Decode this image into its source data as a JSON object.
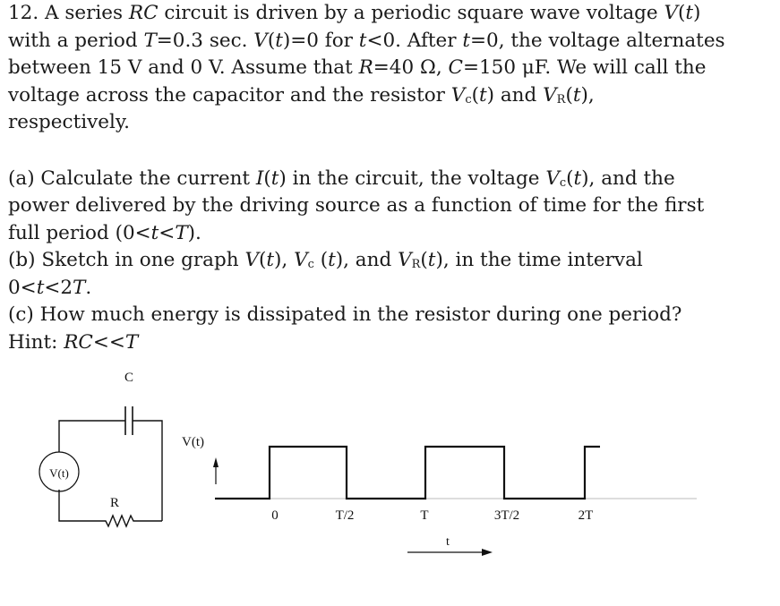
{
  "problem": {
    "p1": {
      "a": "12. A series ",
      "b": "RC",
      "c": " circuit is driven by a periodic square wave voltage ",
      "d": "V",
      "e": "(",
      "f": "t",
      "g": ")"
    },
    "p2": {
      "a": "with a period ",
      "b": "T",
      "c": "=0.3 sec. ",
      "d": "V",
      "e": "(",
      "f": "t",
      "g": ")=0 for ",
      "h": "t",
      "i": "<0. After ",
      "j": "t",
      "k": "=0, the voltage alternates"
    },
    "p3": {
      "a": "between 15 V and 0 V. Assume that ",
      "b": "R",
      "c": "=40 Ω, ",
      "d": "C",
      "e": "=150 μF. We will call the"
    },
    "p4": {
      "a": "voltage across the capacitor and the resistor ",
      "b": "V",
      "c": "c",
      "d": "(",
      "e": "t",
      "f": ") and ",
      "g": "V",
      "h": "R",
      "i": "(",
      "j": "t",
      "k": "),"
    },
    "p5": "respectively.",
    "qa1": {
      "a": "(a) Calculate the current ",
      "b": "I",
      "c": "(",
      "d": "t",
      "e": ") in the circuit, the voltage ",
      "f": "V",
      "g": "c",
      "h": "(",
      "i": "t",
      "j": "), and the"
    },
    "qa2": "power delivered by the driving source as a function of time for the first",
    "qa3": {
      "a": "full period (0<",
      "b": "t",
      "c": "<",
      "d": "T",
      "e": ")."
    },
    "qb1": {
      "a": "(b) Sketch in one graph ",
      "b": "V",
      "c": "(",
      "d": "t",
      "e": "), ",
      "f": "V",
      "g": "c",
      "h": " (",
      "i": "t",
      "j": "), and ",
      "k": "V",
      "l": "R",
      "m": "(",
      "n": "t",
      "o": "), in the time interval"
    },
    "qb2": {
      "a": "0<",
      "b": "t",
      "c": "<2",
      "d": "T",
      "e": "."
    },
    "qc": "(c) How much energy is dissipated in the resistor during one period?",
    "hint": {
      "a": "Hint: ",
      "b": "RC",
      "c": "<<",
      "d": "T"
    }
  },
  "circuit": {
    "capacitor_label": "C",
    "resistor_label": "R",
    "source_label": "V(t)"
  },
  "waveform": {
    "y_label": "V(t)",
    "x_label": "t",
    "ticks": [
      "0",
      "T/2",
      "T",
      "3T/2",
      "2T"
    ]
  }
}
